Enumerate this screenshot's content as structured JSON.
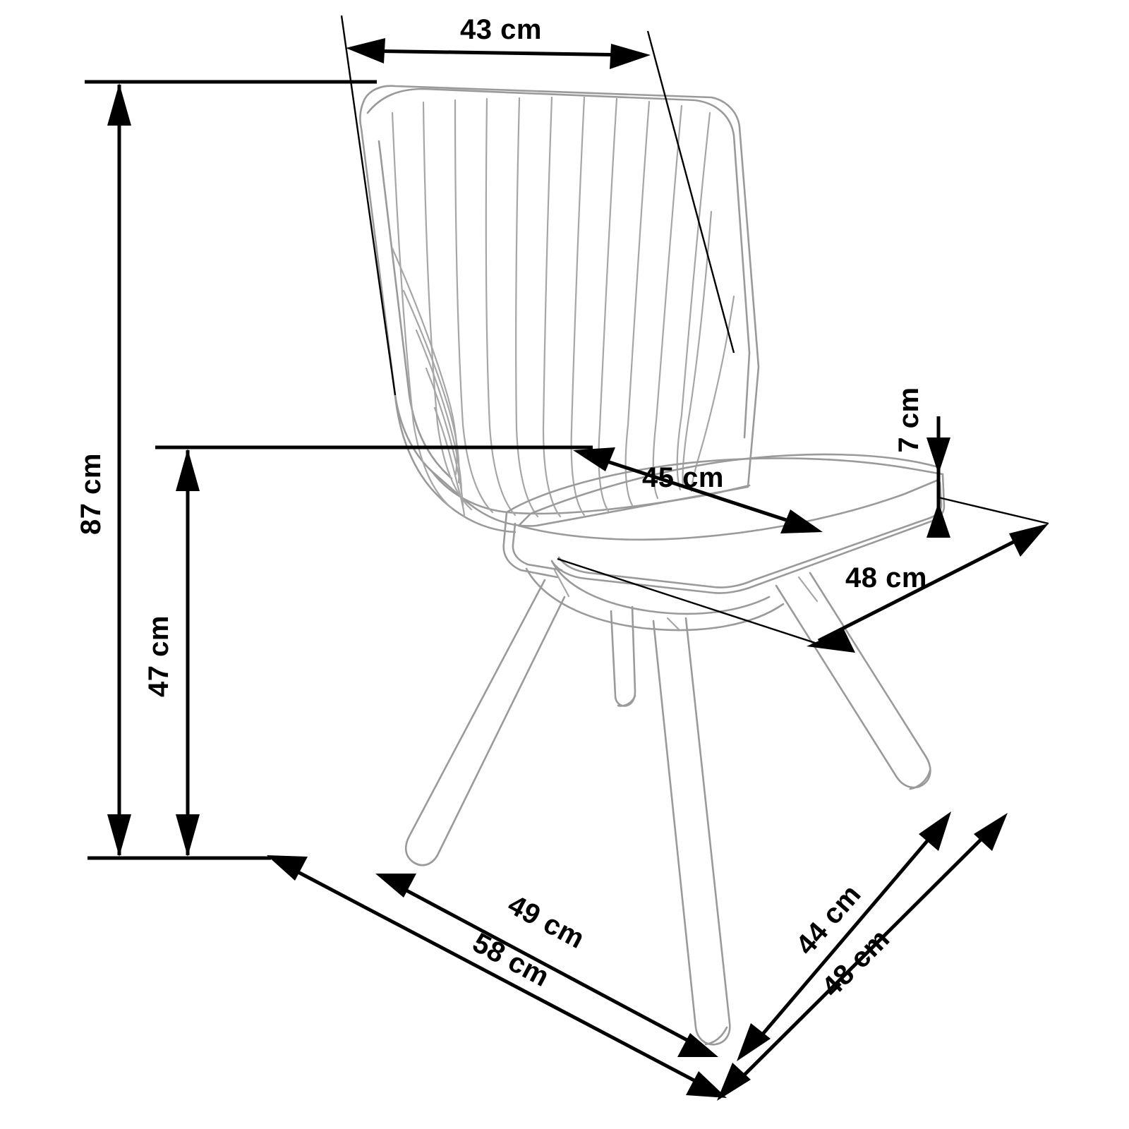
{
  "drawing": {
    "title": "Chair dimension drawing",
    "units": "cm",
    "background_color": "#ffffff",
    "line_color": "#9a9a9a",
    "dimension_color": "#000000",
    "dimensions": {
      "back_width": "43 cm",
      "total_height": "87 cm",
      "seat_height": "47 cm",
      "seat_depth": "45 cm",
      "cushion_thickness": "7 cm",
      "seat_width_right": "48 cm",
      "front_leg_span": "49 cm",
      "overall_width": "58 cm",
      "side_leg_span": "44 cm",
      "overall_depth": "48 cm"
    }
  }
}
